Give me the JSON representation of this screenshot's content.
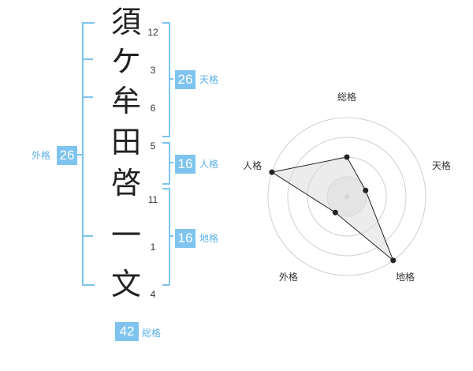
{
  "name": {
    "chars": [
      "須",
      "ケ",
      "牟",
      "田",
      "啓",
      "一",
      "文"
    ],
    "strokes": [
      "12",
      "3",
      "6",
      "5",
      "11",
      "1",
      "4"
    ]
  },
  "kaku": {
    "tenkaku": {
      "value": "26",
      "label": "天格"
    },
    "jinkaku": {
      "value": "16",
      "label": "人格"
    },
    "chikaku": {
      "value": "16",
      "label": "地格"
    },
    "gaikaku": {
      "value": "26",
      "label": "外格"
    },
    "soukaku": {
      "value": "42",
      "label": "総格"
    }
  },
  "colors": {
    "accent": "#7ec4ee",
    "radar_fill": "#ececec",
    "radar_line": "#222222"
  },
  "chart_data": {
    "type": "radar",
    "axes": [
      "総格",
      "天格",
      "地格",
      "外格",
      "人格"
    ],
    "max": 4,
    "values": [
      2,
      1,
      4,
      1,
      4
    ],
    "rings": 4
  }
}
